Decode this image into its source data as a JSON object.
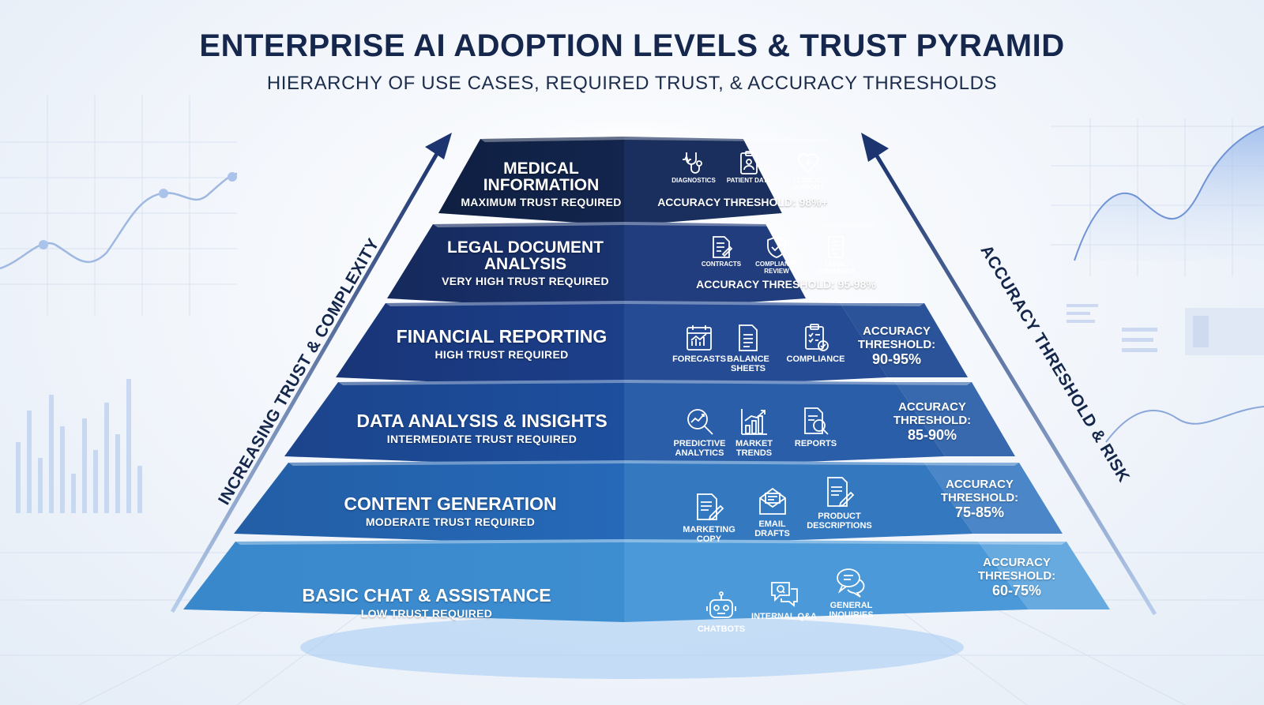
{
  "header": {
    "title": "ENTERPRISE AI ADOPTION LEVELS & TRUST PYRAMID",
    "subtitle": "HIERARCHY OF USE CASES, REQUIRED TRUST, & ACCURACY THRESHOLDS"
  },
  "axes": {
    "left_label": "INCREASING TRUST & COMPLEXITY",
    "right_label": "ACCURACY THRESHOLD & RISK"
  },
  "colors": {
    "tier_top": "#13254d",
    "tier_bottom": "#4fa8e2",
    "arrow": "#1c3570"
  },
  "tiers": [
    {
      "name_lines": [
        "MEDICAL",
        "INFORMATION"
      ],
      "trust": "MAXIMUM TRUST REQUIRED",
      "accuracy_label": "ACCURACY THRESHOLD: 98%+",
      "use_cases": [
        {
          "label": "DIAGNOSTICS",
          "icon": "stethoscope-icon"
        },
        {
          "label": "PATIENT DATA",
          "icon": "clipboard-patient-icon"
        },
        {
          "label": "CLINICAL SUPPORT",
          "icon": "heart-stethoscope-icon"
        }
      ]
    },
    {
      "name_lines": [
        "LEGAL DOCUMENT",
        "ANALYSIS"
      ],
      "trust": "VERY HIGH TRUST REQUIRED",
      "accuracy_label": "ACCURACY THRESHOLD: 95-98%",
      "use_cases": [
        {
          "label": "CONTRACTS",
          "icon": "contract-icon"
        },
        {
          "label": "COMPLIANCE REVIEW",
          "icon": "shield-check-icon"
        },
        {
          "label": "LEGAL SUMMARIES",
          "icon": "document-list-icon"
        }
      ]
    },
    {
      "name_lines": [
        "FINANCIAL REPORTING"
      ],
      "trust": "HIGH TRUST REQUIRED",
      "accuracy_label": "ACCURACY THRESHOLD:",
      "accuracy_value": "90-95%",
      "use_cases": [
        {
          "label": "FORECASTS",
          "icon": "calendar-chart-icon"
        },
        {
          "label": "BALANCE SHEETS",
          "icon": "sheet-icon"
        },
        {
          "label": "COMPLIANCE",
          "icon": "checklist-icon"
        }
      ]
    },
    {
      "name_lines": [
        "DATA ANALYSIS & INSIGHTS"
      ],
      "trust": "INTERMEDIATE TRUST REQUIRED",
      "accuracy_label": "ACCURACY THRESHOLD:",
      "accuracy_value": "85-90%",
      "use_cases": [
        {
          "label": "PREDICTIVE ANALYTICS",
          "icon": "magnifier-chart-icon"
        },
        {
          "label": "MARKET TRENDS",
          "icon": "bar-trend-icon"
        },
        {
          "label": "REPORTS",
          "icon": "report-search-icon"
        }
      ]
    },
    {
      "name_lines": [
        "CONTENT GENERATION"
      ],
      "trust": "MODERATE TRUST REQUIRED",
      "accuracy_label": "ACCURACY THRESHOLD:",
      "accuracy_value": "75-85%",
      "use_cases": [
        {
          "label": "MARKETING COPY",
          "icon": "doc-pen-icon"
        },
        {
          "label": "EMAIL DRAFTS",
          "icon": "envelope-icon"
        },
        {
          "label": "PRODUCT DESCRIPTIONS",
          "icon": "doc-edit-icon"
        }
      ]
    },
    {
      "name_lines": [
        "BASIC CHAT & ASSISTANCE"
      ],
      "trust": "LOW TRUST REQUIRED",
      "accuracy_label": "ACCURACY THRESHOLD:",
      "accuracy_value": "60-75%",
      "use_cases": [
        {
          "label": "CHATBOTS",
          "icon": "robot-icon"
        },
        {
          "label": "INTERNAL Q&A",
          "icon": "chat-bubbles-icon"
        },
        {
          "label": "GENERAL INQUIRIES",
          "icon": "speech-bubbles-icon"
        }
      ]
    }
  ]
}
